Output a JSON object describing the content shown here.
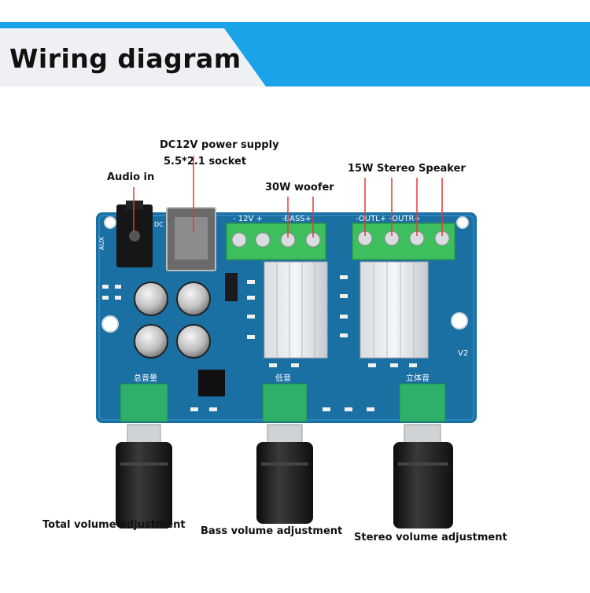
{
  "header": {
    "title": "Wiring diagram",
    "bar_color": "#1aa3e8",
    "tab_color": "#eef0f4"
  },
  "callouts": {
    "power_line1": "DC12V power supply",
    "power_line2": "5.5*2.1 socket",
    "audio_in": "Audio in",
    "woofer": "30W woofer",
    "speaker": "15W Stereo Speaker",
    "total_volume": "Total volume adjustment",
    "bass_volume": "Bass volume adjustment",
    "stereo_volume": "Stereo volume adjustment"
  },
  "board": {
    "color": "#1a6fa3",
    "terminal_color": "#3dbf5e",
    "silkscreen": {
      "aux": "AUX",
      "dc": "DC",
      "v2": "V2",
      "total": "总音量",
      "bass": "低音",
      "stereo": "立体音",
      "power_terminal": "- 12V +",
      "bass_terminal": "-BASS+",
      "speaker_terminal": "-OUTL+ -OUTR+"
    }
  }
}
